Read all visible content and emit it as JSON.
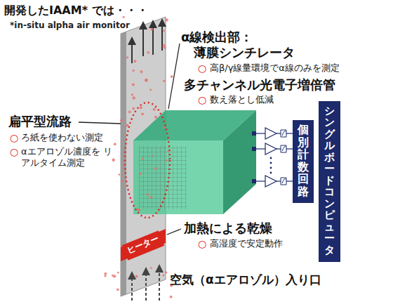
{
  "diagram": {
    "title": "開発したIAAM* では・・・",
    "nodes": [
      {
        "text": [
          "個別計数回路"
        ]
      },
      {
        "text": [
          "シングルボードコンピュータ"
        ]
      },
      {
        "text": [
          "ヒーター"
        ]
      }
    ],
    "labels": [
      "*in-situ alpha air monitor",
      "α線検出部：",
      "薄膜シンチレータ",
      "○",
      "高β/γ線量環境でα線のみを測定",
      "多チャンネル光電子増倍管",
      "○",
      "数え落とし低減",
      "扁平型流路",
      "○",
      "ろ紙を使わない測定",
      "○",
      "αエアロゾル濃度を リアルタイム測定",
      "加熱による乾燥",
      "○",
      "高湿度で安定動作",
      "空気（αエアロゾル）入り口"
    ]
  }
}
